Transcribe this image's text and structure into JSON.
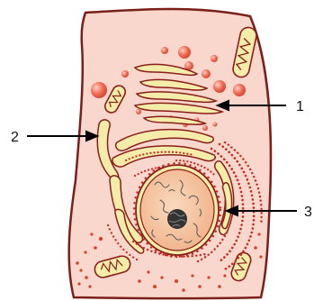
{
  "diagram": {
    "labels": [
      {
        "id": "label-1",
        "text": "1"
      },
      {
        "id": "label-2",
        "text": "2"
      },
      {
        "id": "label-3",
        "text": "3"
      }
    ],
    "colors": {
      "cell_fill": "#f9d7cc",
      "cell_stroke": "#7a1f1a",
      "organelle_fill": "#f4edaa",
      "organelle_stroke": "#8a1e1b",
      "vesicle": "#f06a55",
      "nucleus_fill": "#f7c7a4",
      "nucleolus": "#333333",
      "ribosome": "#c92a1f"
    }
  }
}
